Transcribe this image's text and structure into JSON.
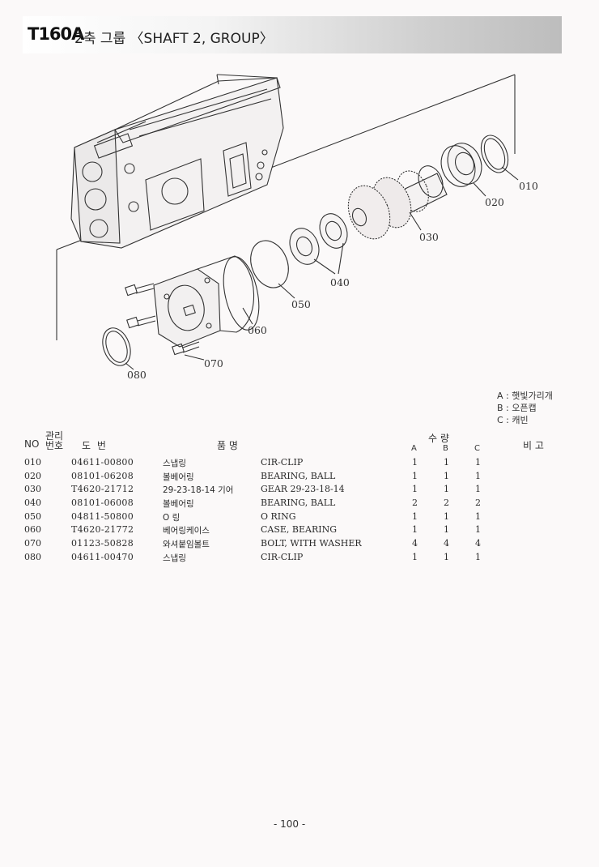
{
  "header": {
    "model": "T160A",
    "title": "2축 그룹 〈SHAFT 2, GROUP〉"
  },
  "diagram": {
    "callouts": [
      "010",
      "020",
      "030",
      "040",
      "050",
      "060",
      "070",
      "080"
    ]
  },
  "legend": [
    "A : 햇빛가리개",
    "B : 오픈캡",
    "C : 캐빈"
  ],
  "columns": {
    "no": "NO",
    "mgmt": "관리번호",
    "drawing": "도   번",
    "part_name": "품          명",
    "qty": "수    량",
    "a": "A",
    "b": "B",
    "c": "C",
    "remarks": "비 고"
  },
  "parts": [
    {
      "no": "010",
      "code": "04611-00800",
      "name_kr": "스냅링",
      "name_en": "CIR-CLIP",
      "a": "1",
      "b": "1",
      "c": "1"
    },
    {
      "no": "020",
      "code": "08101-06208",
      "name_kr": "볼베어링",
      "name_en": "BEARING, BALL",
      "a": "1",
      "b": "1",
      "c": "1"
    },
    {
      "no": "030",
      "code": "T4620-21712",
      "name_kr": "29-23-18-14 기어",
      "name_en": "GEAR 29-23-18-14",
      "a": "1",
      "b": "1",
      "c": "1"
    },
    {
      "no": "040",
      "code": "08101-06008",
      "name_kr": "볼베어링",
      "name_en": "BEARING, BALL",
      "a": "2",
      "b": "2",
      "c": "2"
    },
    {
      "no": "050",
      "code": "04811-50800",
      "name_kr": "O 링",
      "name_en": "O RING",
      "a": "1",
      "b": "1",
      "c": "1"
    },
    {
      "no": "060",
      "code": "T4620-21772",
      "name_kr": "베어링케이스",
      "name_en": "CASE, BEARING",
      "a": "1",
      "b": "1",
      "c": "1"
    },
    {
      "no": "070",
      "code": "01123-50828",
      "name_kr": "와셔붙임볼트",
      "name_en": "BOLT, WITH WASHER",
      "a": "4",
      "b": "4",
      "c": "4"
    },
    {
      "no": "080",
      "code": "04611-00470",
      "name_kr": "스냅링",
      "name_en": "CIR-CLIP",
      "a": "1",
      "b": "1",
      "c": "1"
    }
  ],
  "page_number": "- 100 -"
}
